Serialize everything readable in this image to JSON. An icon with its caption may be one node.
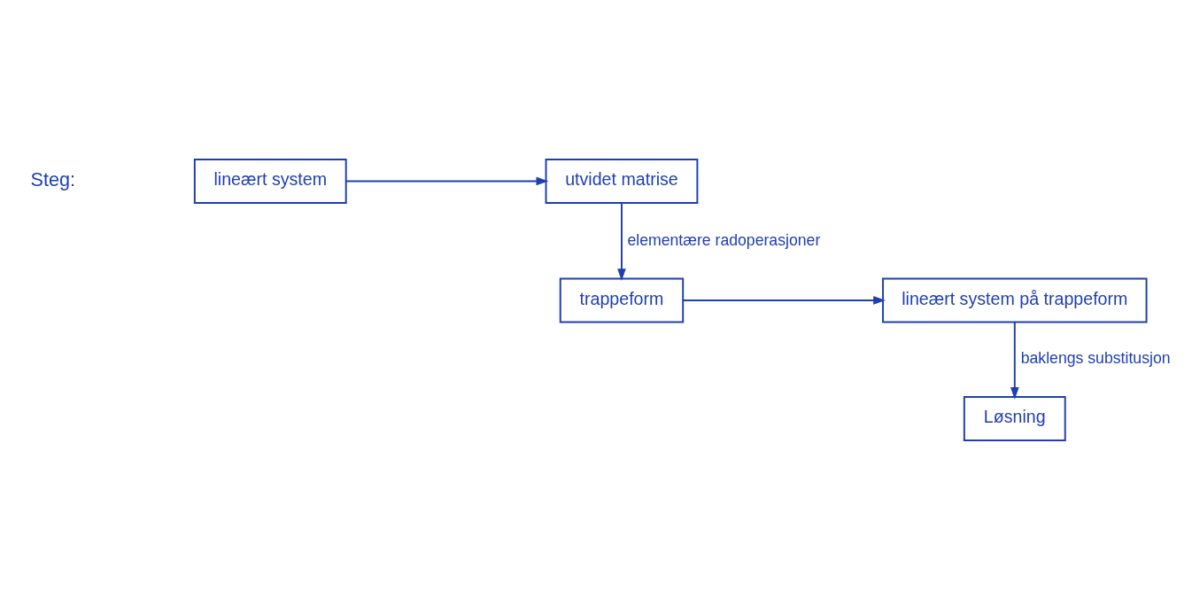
{
  "diagram": {
    "nodes": [
      {
        "text": [
          "lineært system"
        ]
      },
      {
        "text": [
          "utvidet matrise"
        ]
      },
      {
        "text": [
          "trappeform"
        ]
      },
      {
        "text": [
          "lineært system på trappeform"
        ]
      },
      {
        "text": [
          "Løsning"
        ]
      }
    ],
    "edges": [
      {
        "from": 0,
        "to": 1,
        "arrow": "to"
      },
      {
        "from": 1,
        "to": 2,
        "arrow": "to",
        "label": "elementære radoperasjoner"
      },
      {
        "from": 2,
        "to": 3,
        "arrow": "to"
      },
      {
        "from": 3,
        "to": 4,
        "arrow": "to",
        "label": "baklengs substitusjon"
      }
    ],
    "labels": [
      "Steg:"
    ]
  }
}
